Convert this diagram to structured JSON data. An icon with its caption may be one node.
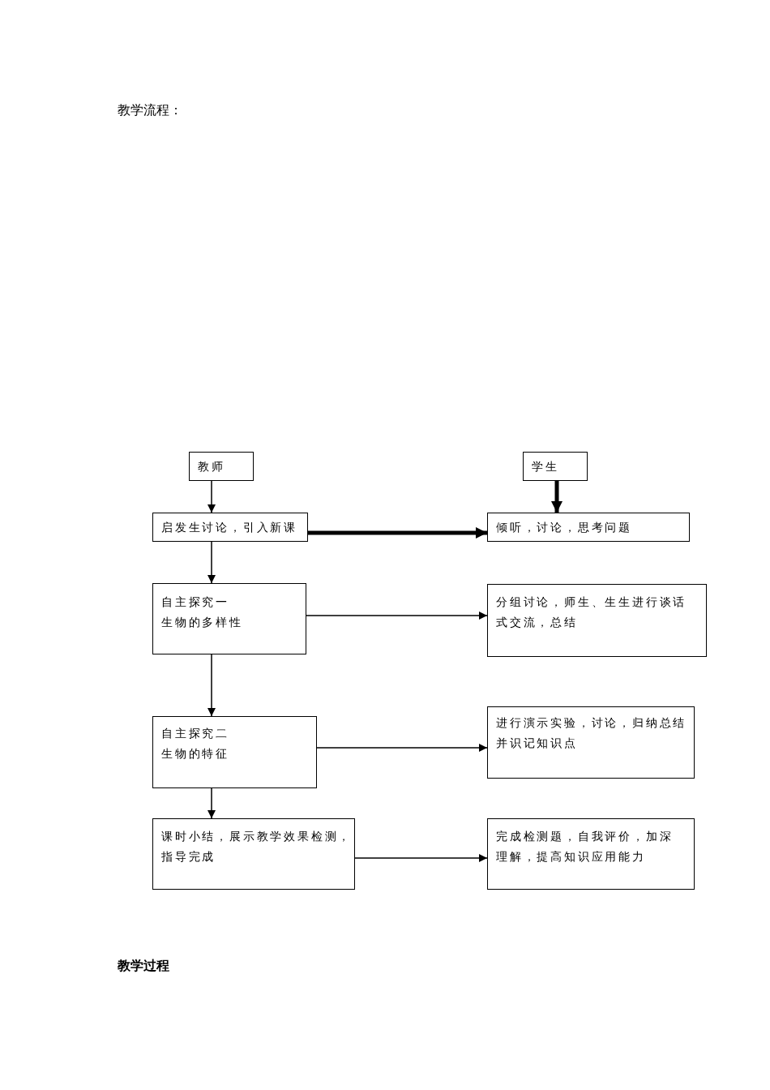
{
  "diagram": {
    "title": "教学流程：",
    "nodes": [
      {
        "text": [
          "教师"
        ]
      },
      {
        "text": [
          "学生"
        ]
      },
      {
        "text": [
          "启发生讨论，引入新课"
        ]
      },
      {
        "text": [
          "倾听，讨论，思考问题"
        ]
      },
      {
        "text": [
          "自主探究一",
          "生物的多样性"
        ]
      },
      {
        "text": [
          "分组讨论，师生、生生进行谈话式交流，总结"
        ]
      },
      {
        "text": [
          "自主探究二",
          "生物的特征"
        ]
      },
      {
        "text": [
          "进行演示实验，讨论，归纳总结并识记知识点"
        ]
      },
      {
        "text": [
          "课时小结，展示教学效果检测，指导完成"
        ]
      },
      {
        "text": [
          "完成检测题，自我评价，加深理解，提高知识应用能力"
        ]
      }
    ],
    "edges": [
      {
        "from": 0,
        "to": 2,
        "arrow": "to"
      },
      {
        "from": 1,
        "to": 3,
        "arrow": "to",
        "style": "thick"
      },
      {
        "from": 2,
        "to": 3,
        "arrow": "to",
        "style": "thick"
      },
      {
        "from": 2,
        "to": 4,
        "arrow": "to"
      },
      {
        "from": 4,
        "to": 5,
        "arrow": "to"
      },
      {
        "from": 4,
        "to": 6,
        "arrow": "to"
      },
      {
        "from": 6,
        "to": 7,
        "arrow": "to"
      },
      {
        "from": 6,
        "to": 8,
        "arrow": "to"
      },
      {
        "from": 8,
        "to": 9,
        "arrow": "to"
      }
    ],
    "labels": [
      "教学过程"
    ]
  }
}
